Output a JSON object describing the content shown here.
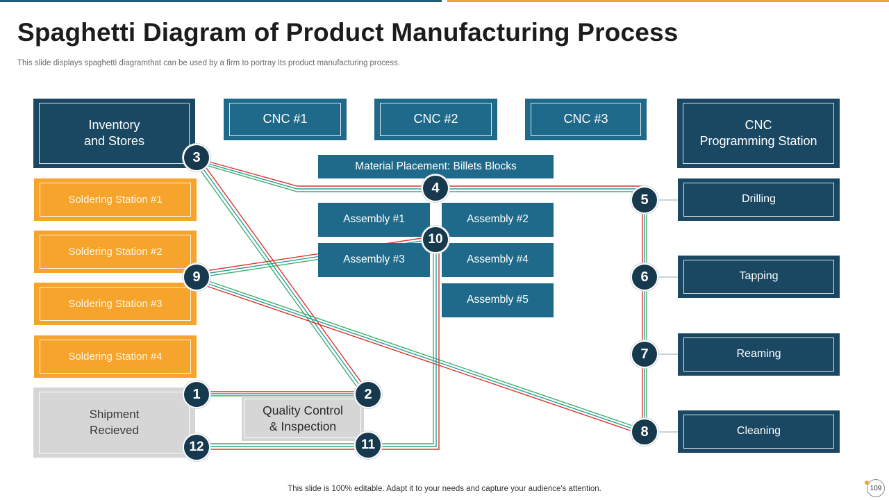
{
  "title": "Spaghetti Diagram of Product Manufacturing Process",
  "subtitle": "This slide displays spaghetti diagramthat can be used by a firm to portray its product manufacturing process.",
  "stations": {
    "inventory": "Inventory\nand Stores",
    "cnc1": "CNC #1",
    "cnc2": "CNC #2",
    "cnc3": "CNC #3",
    "cnc_programming": "CNC\nProgramming Station",
    "material_placement": "Material Placement: Billets Blocks",
    "assembly1": "Assembly #1",
    "assembly2": "Assembly #2",
    "assembly3": "Assembly #3",
    "assembly4": "Assembly #4",
    "assembly5": "Assembly #5",
    "soldering1": "Soldering Station #1",
    "soldering2": "Soldering Station #2",
    "soldering3": "Soldering Station #3",
    "soldering4": "Soldering Station #4",
    "shipment": "Shipment\nRecieved",
    "quality": "Quality Control\n& Inspection",
    "drilling": "Drilling",
    "tapping": "Tapping",
    "reaming": "Reaming",
    "cleaning": "Cleaning"
  },
  "nodes": {
    "n1": "1",
    "n2": "2",
    "n3": "3",
    "n4": "4",
    "n5": "5",
    "n6": "6",
    "n7": "7",
    "n8": "8",
    "n9": "9",
    "n10": "10",
    "n11": "11",
    "n12": "12"
  },
  "path_colors": {
    "red": "#d9342b",
    "teal": "#2a9d9b",
    "green": "#3fae6a"
  },
  "footer": "This slide is 100% editable. Adapt it to your needs and capture your audience's attention.",
  "page_number": "109"
}
